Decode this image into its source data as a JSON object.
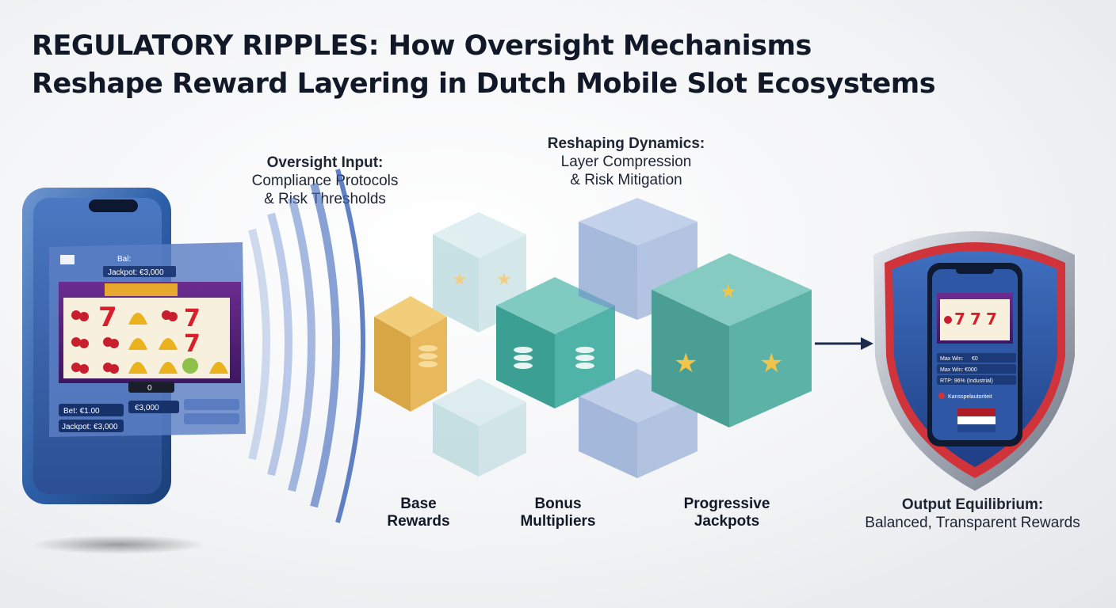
{
  "title": {
    "line1": "REGULATORY RIPPLES: How Oversight Mechanisms",
    "line2": "Reshape Reward Layering in Dutch Mobile Slot Ecosystems"
  },
  "oversight": {
    "heading": "Oversight Input:",
    "line1": "Compliance Protocols",
    "line2": "& Risk Thresholds"
  },
  "reshaping": {
    "heading": "Reshaping Dynamics:",
    "line1": "Layer Compression",
    "line2": "& Risk Mitigation"
  },
  "layers": [
    {
      "line1": "Base",
      "line2": "Rewards"
    },
    {
      "line1": "Bonus",
      "line2": "Multipliers"
    },
    {
      "line1": "Progressive",
      "line2": "Jackpots"
    }
  ],
  "output": {
    "heading": "Output Equilibrium:",
    "line1": "Balanced, Transparent Rewards"
  },
  "phone_ui": {
    "balance_label": "Bal:",
    "jackpot_top": "Jackpot: €3,000",
    "win_display": "0",
    "bet": "Bet: €1.00",
    "bet_amount": "€3,000",
    "jackpot_bottom": "Jackpot: €3,000"
  },
  "shield_ui": {
    "max_win": "Max Win:",
    "max_win_value": "€0",
    "max_win_2": "Max Win: €000",
    "rtp": "RTP: 96% (Industrial)",
    "authority": "Kansspelautoriteit"
  },
  "icons": [
    "smartphone-icon",
    "cherry-icon",
    "seven-icon",
    "bell-icon",
    "coin-stack-icon",
    "sparkle-star-icon",
    "shield-icon",
    "netherlands-flag-icon",
    "arrow-right-icon"
  ],
  "colors": {
    "phone_blue": "#2d5fa8",
    "base_gold": "#e3b458",
    "bonus_teal": "#3fa59a",
    "jackpot_teal": "#52a89e",
    "shield_red": "#d0343a",
    "flag_red": "#ae1c28",
    "flag_blue": "#21468b"
  }
}
